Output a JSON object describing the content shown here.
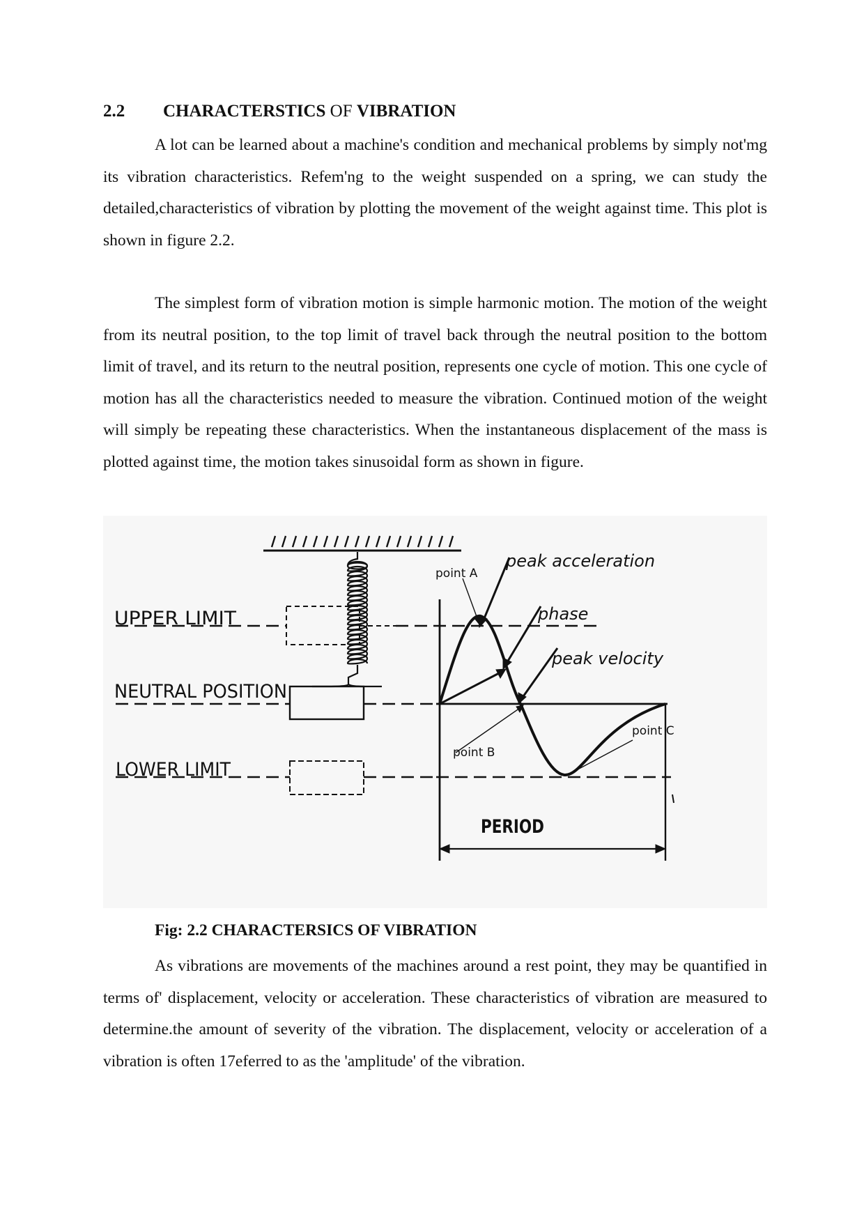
{
  "section": {
    "number": "2.2",
    "title_part1": "CHARACTERSTICS",
    "title_part2": "OF",
    "title_part3": "VIBRATION"
  },
  "paragraphs": [
    "A lot can be learned about a machine's condition and mechanical problems by simply not'mg its vibration characteristics.  Refem'ng to the weight suspended on a spring, we can study the detailed,characteristics of vibration by plotting the movement of the weight against time.  This plot is shown in figure 2.2.",
    "The simplest form of vibration motion is simple harmonic motion.  The motion of the weight from its neutral position, to the top limit of travel back through the neutral position to the bottom limit of travel, and its return to the neutral position, represents one cycle of motion.  This one cycle of motion has all the characteristics needed to measure the vibration.  Continued motion of the weight will simply be repeating these characteristics.  When the instantaneous displacement of the mass is plotted against time, the motion takes sinusoidal form as shown in figure.",
    "As vibrations are movements of the machines around a rest point, they may be quantified in terms of' displacement, velocity or acceleration.  These characteristics of vibration are measured to determine.the amount of severity of the vibration.  The displacement, velocity or acceleration of a vibration is often 17eferred to as the 'amplitude' of the vibration."
  ],
  "figure": {
    "caption": "Fig: 2.2 CHARACTERSICS OF VIBRATION",
    "labels": {
      "upper_limit": "UPPER  LIMIT",
      "neutral_position": "NEUTRAL  POSITION",
      "lower_limit": "LOWER  LIMIT",
      "point_a": "point A",
      "point_b": "point B",
      "point_c": "point C",
      "peak_acceleration": "peak acceleration",
      "phase": "phase",
      "peak_velocity": "peak velocity",
      "period": "PERIOD"
    }
  }
}
